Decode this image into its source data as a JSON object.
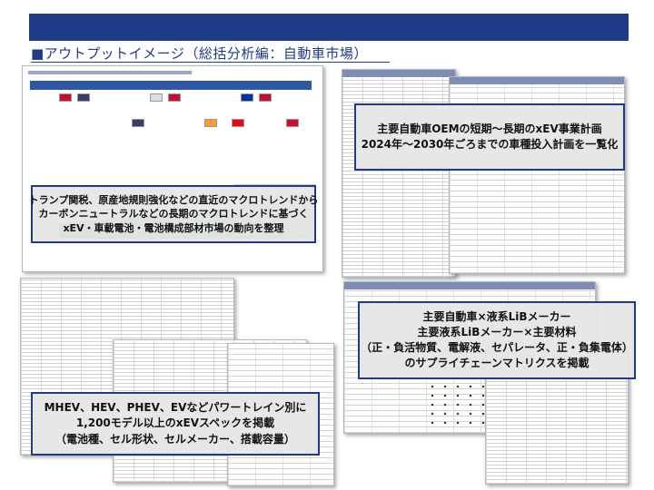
{
  "page": {
    "title": "■アウトプットイメージ（総括分析編：自動車市場）",
    "banner_color": "#1f3a86",
    "accent_color": "#1f3a86"
  },
  "panels": {
    "macro_trends": {
      "callout_lines": [
        "トランプ関税、原産地規則強化などの直近のマクロトレンドから",
        "カーボンニュートラルなどの長期のマクロトレンドに基づく",
        "xEV・車載電池・電池構成部材市場の動向を整理"
      ]
    },
    "oem_plans": {
      "callout_lines": [
        "主要自動車OEMの短期～長期のxEV事業計画",
        "2024年～2030年ごろまでの車種投入計画を一覧化"
      ]
    },
    "ev_specs": {
      "callout_lines": [
        "MHEV、HEV、PHEV、EVなどパワートレイン別に",
        "1,200モデル以上のxEVスペックを掲載",
        "（電池種、セル形状、セルメーカー、搭載容量）"
      ]
    },
    "supply_chain": {
      "callout_lines": [
        "主要自動車×液系LiBメーカー",
        "主要液系LiBメーカー×主要材料",
        "（正・負活物質、電解液、セパレータ、正・負集電体）",
        "のサプライチェーンマトリクスを掲載"
      ]
    }
  }
}
